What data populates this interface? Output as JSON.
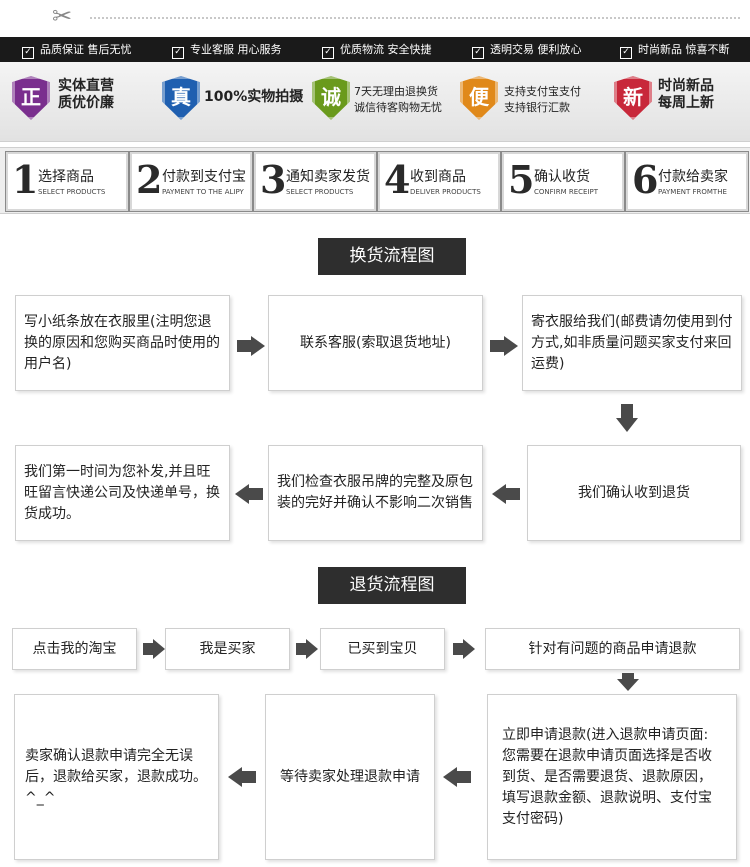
{
  "promises": [
    {
      "label": "品质保证  售后无忧"
    },
    {
      "label": "专业客服  用心服务"
    },
    {
      "label": "优质物流  安全快捷"
    },
    {
      "label": "透明交易  便利放心"
    },
    {
      "label": "时尚新品  惊喜不断"
    }
  ],
  "badges": [
    {
      "glyph": "正",
      "line1": "实体直营",
      "line2": "质优价廉",
      "color": "#7a2f8e"
    },
    {
      "glyph": "真",
      "line1": "100%实物拍摄",
      "line2": "",
      "color": "#1f5fb0"
    },
    {
      "glyph": "诚",
      "line1": "7天无理由退换货",
      "line2": "诚信待客购物无忧",
      "color": "#6a9a1c"
    },
    {
      "glyph": "便",
      "line1": "支持支付宝支付",
      "line2": "支持银行汇款",
      "color": "#e0891a"
    },
    {
      "glyph": "新",
      "line1": "时尚新品",
      "line2": "每周上新",
      "color": "#c8283a"
    }
  ],
  "steps": [
    {
      "num": "1",
      "cn": "选择商品",
      "en": "SELECT PRODUCTS"
    },
    {
      "num": "2",
      "cn": "付款到支付宝",
      "en": "PAYMENT TO THE ALIPY"
    },
    {
      "num": "3",
      "cn": "通知卖家发货",
      "en": "SELECT PRODUCTS"
    },
    {
      "num": "4",
      "cn": "收到商品",
      "en": "DELIVER PRODUCTS"
    },
    {
      "num": "5",
      "cn": "确认收货",
      "en": "CONFIRM RECEIPT"
    },
    {
      "num": "6",
      "cn": "付款给卖家",
      "en": "PAYMENT FROMTHE"
    }
  ],
  "exchange": {
    "title": "换货流程图",
    "boxes": [
      "写小纸条放在衣服里(注明您退换的原因和您购买商品时使用的用户名)",
      "联系客服(索取退货地址)",
      "寄衣服给我们(邮费请勿使用到付方式,如非质量问题买家支付来回运费)",
      "我们确认收到退货",
      "我们检查衣服吊牌的完整及原包装的完好并确认不影响二次销售",
      "我们第一时间为您补发,并且旺旺留言快递公司及快递单号，换货成功。"
    ]
  },
  "refund": {
    "title": "退货流程图",
    "boxes": [
      "点击我的淘宝",
      "我是买家",
      "已买到宝贝",
      "针对有问题的商品申请退款",
      "立即申请退款(进入退款申请页面:您需要在退款申请页面选择是否收到货、是否需要退货、退款原因，填写退款金额、退款说明、支付宝支付密码)",
      "等待卖家处理退款申请",
      "卖家确认退款申请完全无误后，退款给买家，退款成功。 ^_^"
    ]
  }
}
